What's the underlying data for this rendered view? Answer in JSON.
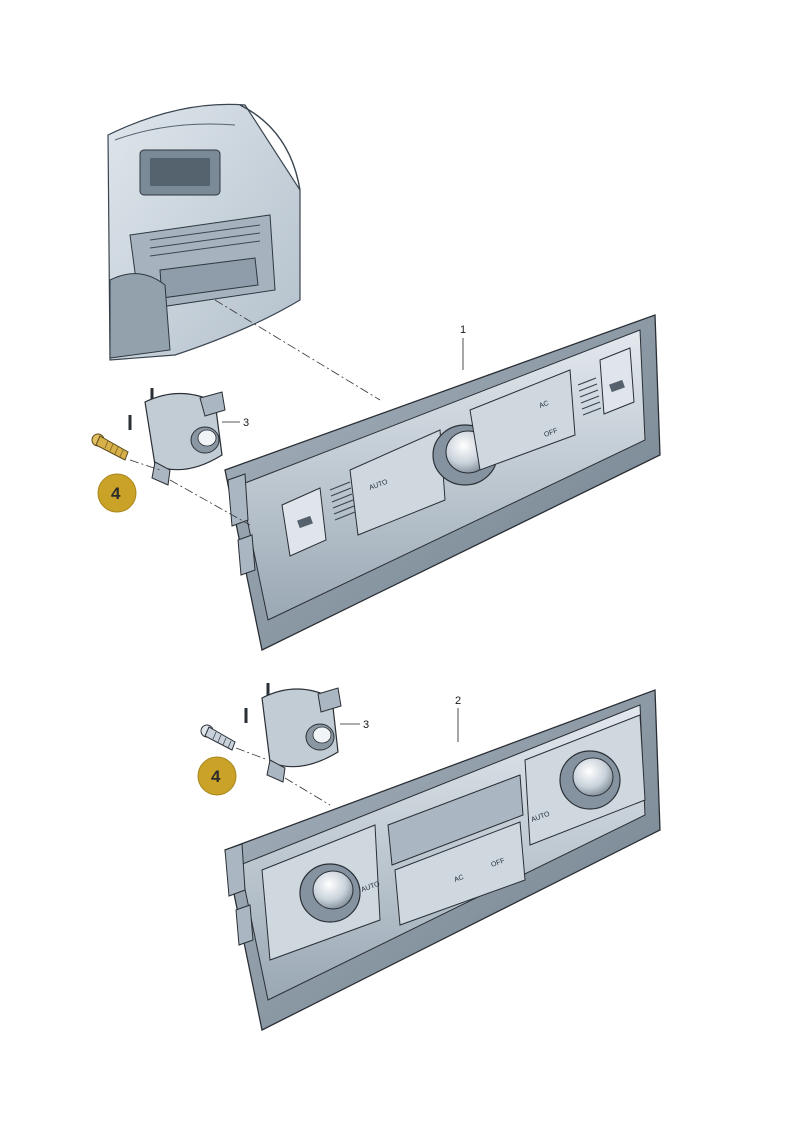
{
  "callouts": {
    "part_1": "1",
    "part_2": "2",
    "part_3_upper": "3",
    "part_3_lower": "3"
  },
  "badges": {
    "upper": "4",
    "lower": "4"
  },
  "panel_1_labels": {
    "auto": "AUTO",
    "ac": "AC",
    "off": "OFF"
  },
  "panel_2_labels": {
    "auto_left": "AUTO",
    "auto_right": "AUTO",
    "ac": "AC",
    "off": "OFF"
  },
  "colors": {
    "highlight_badge": "#c9a227",
    "highlight_screw": "#d8b04a",
    "panel_fill": "#c9d3db",
    "panel_dark": "#8796a3",
    "outline": "#2a2f35"
  }
}
